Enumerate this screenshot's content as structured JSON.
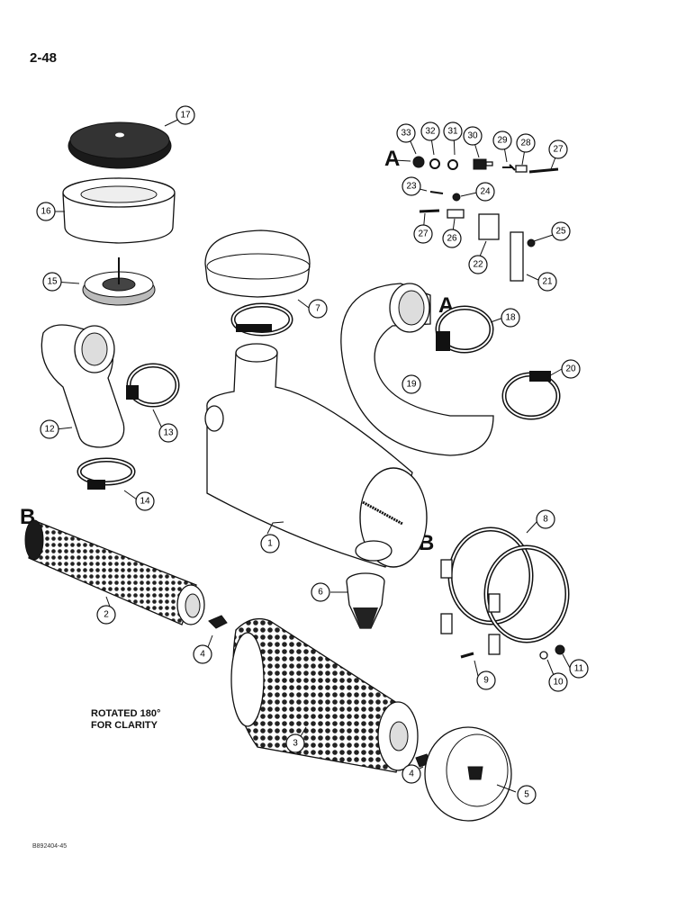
{
  "page": {
    "number": "2-48",
    "drawing_code": "B892404-45"
  },
  "note": {
    "line1": "ROTATED 180°",
    "line2": "FOR CLARITY"
  },
  "view_letters": {
    "a": "A",
    "b": "B"
  },
  "callouts": [
    "1",
    "2",
    "3",
    "4",
    "5",
    "6",
    "7",
    "8",
    "9",
    "10",
    "11",
    "12",
    "13",
    "14",
    "15",
    "16",
    "17",
    "18",
    "19",
    "20",
    "21",
    "22",
    "23",
    "24",
    "25",
    "26",
    "27",
    "28",
    "29",
    "30",
    "31",
    "32",
    "33"
  ]
}
